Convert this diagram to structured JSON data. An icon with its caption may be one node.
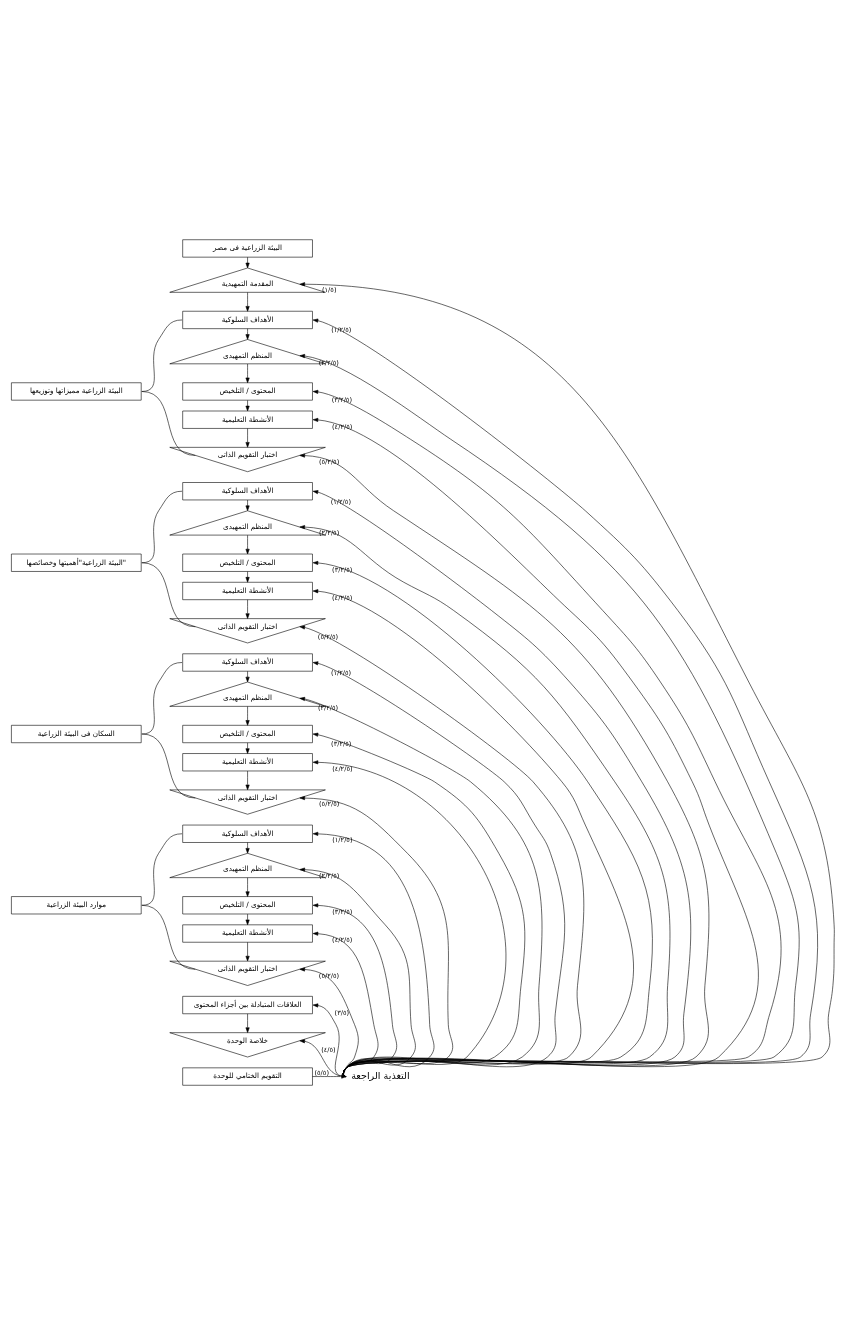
{
  "diagram": {
    "nodes": [
      {
        "text": [
          "البيئة الزراعية فى مصر"
        ]
      },
      {
        "text": [
          "المقدمة التمهيدية"
        ]
      },
      {
        "text": [
          "البيئة الزراعية مميزاتها وتوزيعها"
        ]
      },
      {
        "text": [
          "الأهداف السلوكية"
        ]
      },
      {
        "text": [
          "المنظم التمهيدى"
        ]
      },
      {
        "text": [
          "المحتوى / التلخيص"
        ]
      },
      {
        "text": [
          "الأنشطة التعليمية"
        ]
      },
      {
        "text": [
          "اختبار التقويم الذاتى"
        ]
      },
      {
        "text": [
          "البيئة الزراعية\"أهميتها وخصائصها\""
        ]
      },
      {
        "text": [
          "الأهداف السلوكية"
        ]
      },
      {
        "text": [
          "المنظم التمهيدى"
        ]
      },
      {
        "text": [
          "المحتوى / التلخيص"
        ]
      },
      {
        "text": [
          "الأنشطة التعليمية"
        ]
      },
      {
        "text": [
          "اختبار التقويم الذاتى"
        ]
      },
      {
        "text": [
          "السكان فى البيئة الزراعية"
        ]
      },
      {
        "text": [
          "الأهداف السلوكية"
        ]
      },
      {
        "text": [
          "المنظم التمهيدى"
        ]
      },
      {
        "text": [
          "المحتوى / التلخيص"
        ]
      },
      {
        "text": [
          "الأنشطة التعليمية"
        ]
      },
      {
        "text": [
          "اختبار التقويم الذاتى"
        ]
      },
      {
        "text": [
          "موارد البيئة الزراعية"
        ]
      },
      {
        "text": [
          "الأهداف السلوكية"
        ]
      },
      {
        "text": [
          "المنظم التمهيدى"
        ]
      },
      {
        "text": [
          "المحتوى / التلخيص"
        ]
      },
      {
        "text": [
          "الأنشطة التعليمية"
        ]
      },
      {
        "text": [
          "اختبار التقويم الذاتى"
        ]
      },
      {
        "text": [
          "العلاقات المتبادلة بين أجزاء المحتوى"
        ]
      },
      {
        "text": [
          "خلاصة الوحدة"
        ]
      },
      {
        "text": [
          "التقويم الختامي للوحدة"
        ]
      },
      {
        "text": [
          "التغذية الراجعة"
        ]
      }
    ],
    "edges": [
      {
        "from": 0,
        "to": 1,
        "arrow": "to"
      },
      {
        "from": 1,
        "to": 3,
        "arrow": "to"
      },
      {
        "from": 3,
        "to": 4,
        "arrow": "to"
      },
      {
        "from": 4,
        "to": 5,
        "arrow": "to"
      },
      {
        "from": 5,
        "to": 6,
        "arrow": "to"
      },
      {
        "from": 6,
        "to": 7,
        "arrow": "to"
      },
      {
        "from": 9,
        "to": 10,
        "arrow": "to"
      },
      {
        "from": 10,
        "to": 11,
        "arrow": "to"
      },
      {
        "from": 11,
        "to": 12,
        "arrow": "to"
      },
      {
        "from": 12,
        "to": 13,
        "arrow": "to"
      },
      {
        "from": 15,
        "to": 16,
        "arrow": "to"
      },
      {
        "from": 16,
        "to": 17,
        "arrow": "to"
      },
      {
        "from": 17,
        "to": 18,
        "arrow": "to"
      },
      {
        "from": 18,
        "to": 19,
        "arrow": "to"
      },
      {
        "from": 21,
        "to": 22,
        "arrow": "to"
      },
      {
        "from": 22,
        "to": 23,
        "arrow": "to"
      },
      {
        "from": 23,
        "to": 24,
        "arrow": "to"
      },
      {
        "from": 24,
        "to": 25,
        "arrow": "to"
      },
      {
        "from": 26,
        "to": 27,
        "arrow": "to"
      },
      {
        "from": 2,
        "to": 3,
        "arrow": "none"
      },
      {
        "from": 2,
        "to": 7,
        "arrow": "none"
      },
      {
        "from": 8,
        "to": 9,
        "arrow": "none"
      },
      {
        "from": 8,
        "to": 13,
        "arrow": "none"
      },
      {
        "from": 14,
        "to": 15,
        "arrow": "none"
      },
      {
        "from": 14,
        "to": 19,
        "arrow": "none"
      },
      {
        "from": 20,
        "to": 21,
        "arrow": "none"
      },
      {
        "from": 20,
        "to": 25,
        "arrow": "none"
      },
      {
        "from": 28,
        "to": 29,
        "label": "(٥/٥)",
        "arrow": "to"
      },
      {
        "from": 29,
        "to": 1,
        "label": "(١/٥)",
        "arrow": "to"
      },
      {
        "from": 29,
        "to": 3,
        "label": "(١/٢/٥)",
        "arrow": "to"
      },
      {
        "from": 29,
        "to": 4,
        "label": "(٢/٢/٥)",
        "arrow": "to"
      },
      {
        "from": 29,
        "to": 5,
        "label": "(٣/٢/٥)",
        "arrow": "to"
      },
      {
        "from": 29,
        "to": 6,
        "label": "(٤/٢/٥)",
        "arrow": "to"
      },
      {
        "from": 29,
        "to": 7,
        "label": "(٥/٢/٥)",
        "arrow": "to"
      },
      {
        "from": 29,
        "to": 9,
        "label": "(١/٢/٥)",
        "arrow": "to"
      },
      {
        "from": 29,
        "to": 10,
        "label": "(٢/٢/٥)",
        "arrow": "to"
      },
      {
        "from": 29,
        "to": 11,
        "label": "(٣/٢/٥)",
        "arrow": "to"
      },
      {
        "from": 29,
        "to": 12,
        "label": "(٤/٢/٥)",
        "arrow": "to"
      },
      {
        "from": 29,
        "to": 13,
        "label": "(٥/٢/٥)",
        "arrow": "to"
      },
      {
        "from": 29,
        "to": 15,
        "label": "(١/٢/٥)",
        "arrow": "to"
      },
      {
        "from": 29,
        "to": 16,
        "label": "(٢/٢/٥)",
        "arrow": "to"
      },
      {
        "from": 29,
        "to": 17,
        "label": "(٣/٢/٥)",
        "arrow": "to"
      },
      {
        "from": 29,
        "to": 18,
        "label": "(٤/٢/٥)",
        "arrow": "to"
      },
      {
        "from": 29,
        "to": 19,
        "label": "(٥/٢/٥)",
        "arrow": "to"
      },
      {
        "from": 29,
        "to": 21,
        "label": "(١/٢/٥)",
        "arrow": "to"
      },
      {
        "from": 29,
        "to": 22,
        "label": "(٢/٢/٥)",
        "arrow": "to"
      },
      {
        "from": 29,
        "to": 23,
        "label": "(٣/٢/٥)",
        "arrow": "to"
      },
      {
        "from": 29,
        "to": 24,
        "label": "(٤/٢/٥)",
        "arrow": "to"
      },
      {
        "from": 29,
        "to": 25,
        "label": "(٥/٢/٥)",
        "arrow": "to"
      },
      {
        "from": 29,
        "to": 26,
        "label": "(٣/٥)",
        "arrow": "to"
      },
      {
        "from": 29,
        "to": 27,
        "label": "(٤/٥)",
        "arrow": "to"
      }
    ]
  }
}
